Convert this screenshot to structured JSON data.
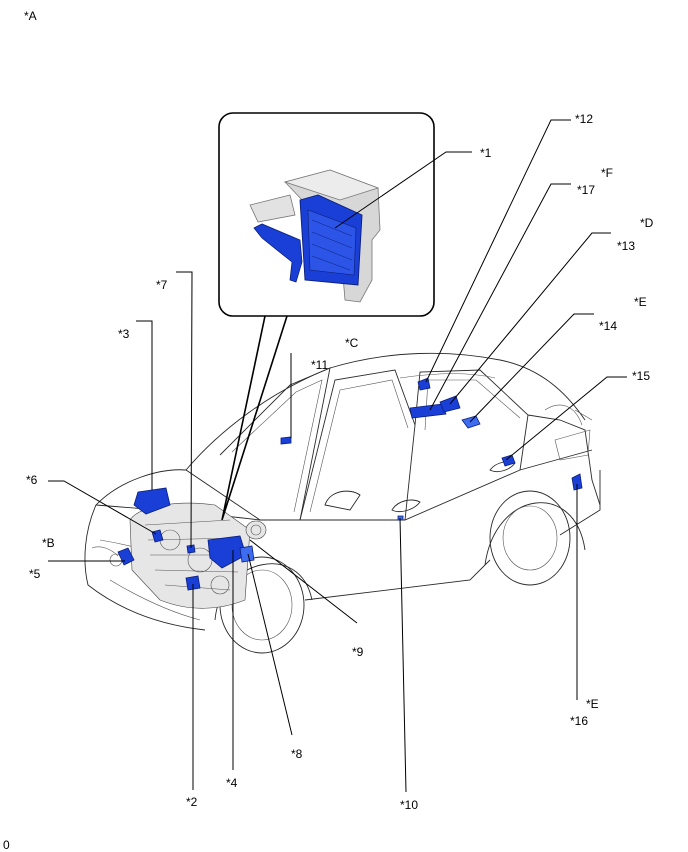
{
  "figure_label": "*A",
  "footer_code": "0",
  "colors": {
    "component": "#1a3fd6",
    "outline": "#2a2a2a",
    "leader": "#000000"
  },
  "labels": {
    "n1": "*1",
    "n2": "*2",
    "n3": "*3",
    "n4": "*4",
    "n5": "*5",
    "n6": "*6",
    "n7": "*7",
    "n8": "*8",
    "n9": "*9",
    "n10": "*10",
    "n11": "*11",
    "n12": "*12",
    "n13": "*13",
    "n14": "*14",
    "n15": "*15",
    "n16": "*16",
    "n17": "*17",
    "b": "*B",
    "c": "*C",
    "d": "*D",
    "e1": "*E",
    "e2": "*E",
    "f": "*F"
  }
}
